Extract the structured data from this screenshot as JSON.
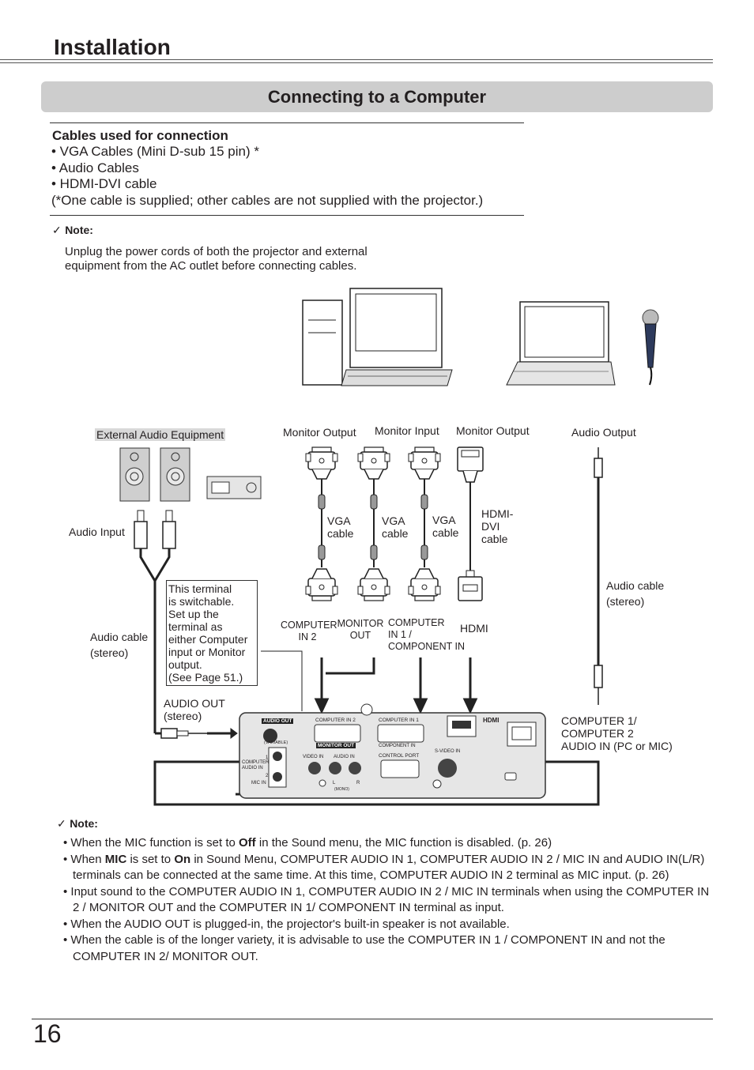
{
  "header": {
    "section": "Installation",
    "banner": "Connecting to a Computer"
  },
  "cables": {
    "heading": "Cables used for connection",
    "items": [
      "• VGA Cables (Mini D-sub 15 pin) *",
      "• Audio Cables",
      "• HDMI-DVI cable",
      "(*One cable is supplied; other cables are not supplied with the projector.)"
    ]
  },
  "note1": {
    "label": "Note:",
    "text": "Unplug the power cords of both the projector and external equipment from the AC outlet before connecting cables."
  },
  "diagram": {
    "external_audio": "External Audio Equipment",
    "audio_input": "Audio Input",
    "audio_cable_left": "Audio cable",
    "stereo_left": "(stereo)",
    "monitor_output_1": "Monitor Output",
    "monitor_input": "Monitor Input",
    "monitor_output_2": "Monitor Output",
    "audio_output": "Audio Output",
    "vga_cable_1": [
      "VGA",
      "cable"
    ],
    "vga_cable_2": [
      "VGA",
      "cable"
    ],
    "vga_cable_3": [
      "VGA",
      "cable"
    ],
    "hdmi_dvi_cable": [
      "HDMI-",
      "DVI",
      "cable"
    ],
    "audio_cable_right": "Audio cable",
    "stereo_right": "(stereo)",
    "terminal_note": [
      "This terminal",
      "is switchable.",
      "Set up the",
      "terminal as",
      "either Computer",
      "input or Monitor",
      "output.",
      "(See Page 51.)"
    ],
    "computer_in_2": [
      "COMPUTER",
      "IN 2"
    ],
    "monitor_out": [
      "MONITOR",
      "OUT"
    ],
    "computer_in_1": [
      "COMPUTER",
      "IN 1 /",
      "COMPONENT IN"
    ],
    "hdmi": "HDMI",
    "audio_out": [
      "AUDIO OUT",
      "(stereo)"
    ],
    "computer_audio_in": [
      "COMPUTER 1/",
      "COMPUTER 2",
      "AUDIO IN (PC or MIC)"
    ],
    "panel": {
      "audio_out": "AUDIO OUT",
      "variable": "(VARIABLE)",
      "computer_in_2": "COMPUTER IN 2",
      "monitor_out": "MONITOR OUT",
      "computer_in_1": "COMPUTER IN 1",
      "component_in": "COMPONENT IN",
      "computer_audio_in": "COMPUTER AUDIO IN",
      "mic_in": "MIC IN",
      "video_in": "VIDEO IN",
      "audio_in": "AUDIO IN",
      "control_port": "CONTROL PORT",
      "s_video_in": "S-VIDEO IN",
      "hdmi": "HDMI",
      "l": "L",
      "mono": "(MONO)",
      "r": "R",
      "n1": "1",
      "n2": "2"
    }
  },
  "note2": {
    "label": "Note:",
    "items": [
      {
        "a": "When the MIC function is set to ",
        "b": "Off",
        "c": " in the Sound menu, the MIC function is disabled. (p. 26)"
      },
      {
        "a": "When ",
        "b": "MIC",
        "c": " is set to ",
        "d": "On",
        "e": " in Sound Menu, COMPUTER AUDIO IN 1, COMPUTER AUDIO IN 2 / MIC IN and AUDIO IN(L/R) terminals can be connected at the same time. At this time, COMPUTER AUDIO IN 2 terminal as MIC input. (p. 26)"
      },
      {
        "a": "Input sound to the COMPUTER AUDIO IN 1, COMPUTER AUDIO IN 2 / MIC IN terminals when using the COMPUTER IN 2 / MONITOR OUT and the COMPUTER IN 1/ COMPONENT IN terminal as input."
      },
      {
        "a": "When the AUDIO OUT is plugged-in, the projector's built-in speaker is not available."
      },
      {
        "a": "When the cable is of the longer variety, it is advisable to use the COMPUTER IN 1 / COMPONENT IN and not the COMPUTER IN 2/ MONITOR OUT."
      }
    ]
  },
  "bullet": "• ",
  "checkmark": "✓",
  "page_number": "16"
}
